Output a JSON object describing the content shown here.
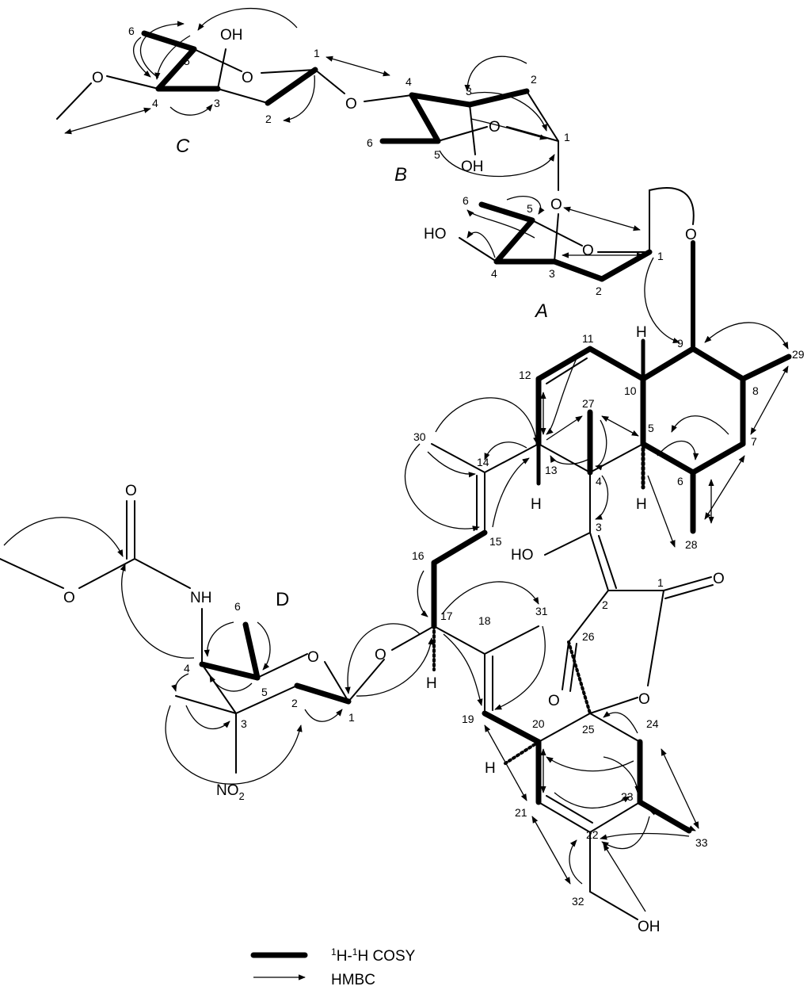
{
  "ring_labels": {
    "A": "A",
    "B": "B",
    "C": "C",
    "D": "D"
  },
  "atoms": {
    "oh": "OH",
    "o": "O",
    "ho": "HO",
    "h": "H",
    "nh": "NH",
    "no2_main": "NO",
    "no2_sub": "2"
  },
  "sugar_c": {
    "c1": "1",
    "c2": "2",
    "c3": "3",
    "c4": "4",
    "c5": "5",
    "c6": "6"
  },
  "sugar_b": {
    "c1": "1",
    "c2": "2",
    "c3": "3",
    "c4": "4",
    "c5": "5",
    "c6": "6"
  },
  "sugar_a": {
    "c1": "1",
    "c2": "2",
    "c3": "3",
    "c4": "4",
    "c5": "5",
    "c6": "6"
  },
  "sugar_d": {
    "c1": "1",
    "c2": "2",
    "c3": "3",
    "c4": "4",
    "c5": "5",
    "c6": "6"
  },
  "aglycone": {
    "c1": "1",
    "c2": "2",
    "c3": "3",
    "c4": "4",
    "c5": "5",
    "c6": "6",
    "c7": "7",
    "c8": "8",
    "c9": "9",
    "c10": "10",
    "c11": "11",
    "c12": "12",
    "c13": "13",
    "c14": "14",
    "c15": "15",
    "c16": "16",
    "c17": "17",
    "c18": "18",
    "c19": "19",
    "c20": "20",
    "c21": "21",
    "c22": "22",
    "c23": "23",
    "c24": "24",
    "c25": "25",
    "c26": "26",
    "c27": "27",
    "c28": "28",
    "c29": "29",
    "c30": "30",
    "c31": "31",
    "c32": "32",
    "c33": "33"
  },
  "legend": {
    "cosy_prefix_sup": "1",
    "cosy_mid": "H-",
    "cosy_sup2": "1",
    "cosy_suffix": "H COSY",
    "hmbc": "HMBC"
  }
}
